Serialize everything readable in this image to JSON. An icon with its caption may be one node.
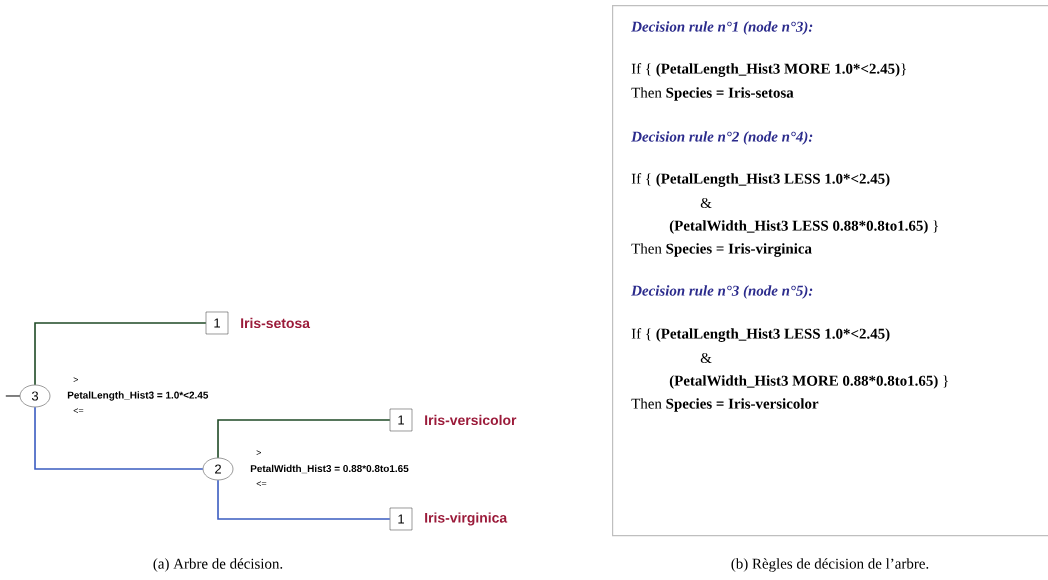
{
  "diagram": {
    "nodes": [
      {
        "text": [
          "3"
        ],
        "beside": [
          ">",
          "PetalLength_Hist3 = 1.0*<2.45",
          "<="
        ]
      },
      {
        "text": [
          "1"
        ],
        "beside": [
          "Iris-setosa"
        ]
      },
      {
        "text": [
          "2"
        ],
        "beside": [
          ">",
          "PetalWidth_Hist3 = 0.88*0.8to1.65",
          "<="
        ]
      },
      {
        "text": [
          "1"
        ],
        "beside": [
          "Iris-versicolor"
        ]
      },
      {
        "text": [
          "1"
        ],
        "beside": [
          "Iris-virginica"
        ]
      },
      {
        "text": [
          "Decision rule n°1 (node n°3):",
          "If {  **(PetalLength_Hist3 MORE 1.0*<2.45)**}",
          "Then  **Species = Iris-setosa**",
          "Decision rule n°2 (node n°4):",
          "If {  **(PetalLength_Hist3 LESS 1.0*<2.45)**",
          "&",
          "**(PetalWidth_Hist3 LESS 0.88*0.8to1.65)** }",
          "Then  **Species = Iris-virginica**",
          "Decision rule n°3 (node n°5):",
          "If {  **(PetalLength_Hist3 LESS 1.0*<2.45)**",
          "&",
          "**(PetalWidth_Hist3 MORE 0.88*0.8to1.65)** }",
          "Then  **Species = Iris-versicolor**"
        ]
      }
    ],
    "edges": [
      {
        "from": null,
        "to": 0,
        "arrow": "none"
      },
      {
        "from": 0,
        "to": 1,
        "arrow": "none",
        "color": "#1f4a26"
      },
      {
        "from": 0,
        "to": 2,
        "arrow": "none",
        "color": "#3a5cc0"
      },
      {
        "from": 2,
        "to": 3,
        "arrow": "none",
        "color": "#1f4a26"
      },
      {
        "from": 2,
        "to": 4,
        "arrow": "none",
        "color": "#3a5cc0"
      }
    ],
    "labels": [
      "(a) Arbre de décision.",
      "(b) Règles de décision de l’arbre."
    ]
  }
}
